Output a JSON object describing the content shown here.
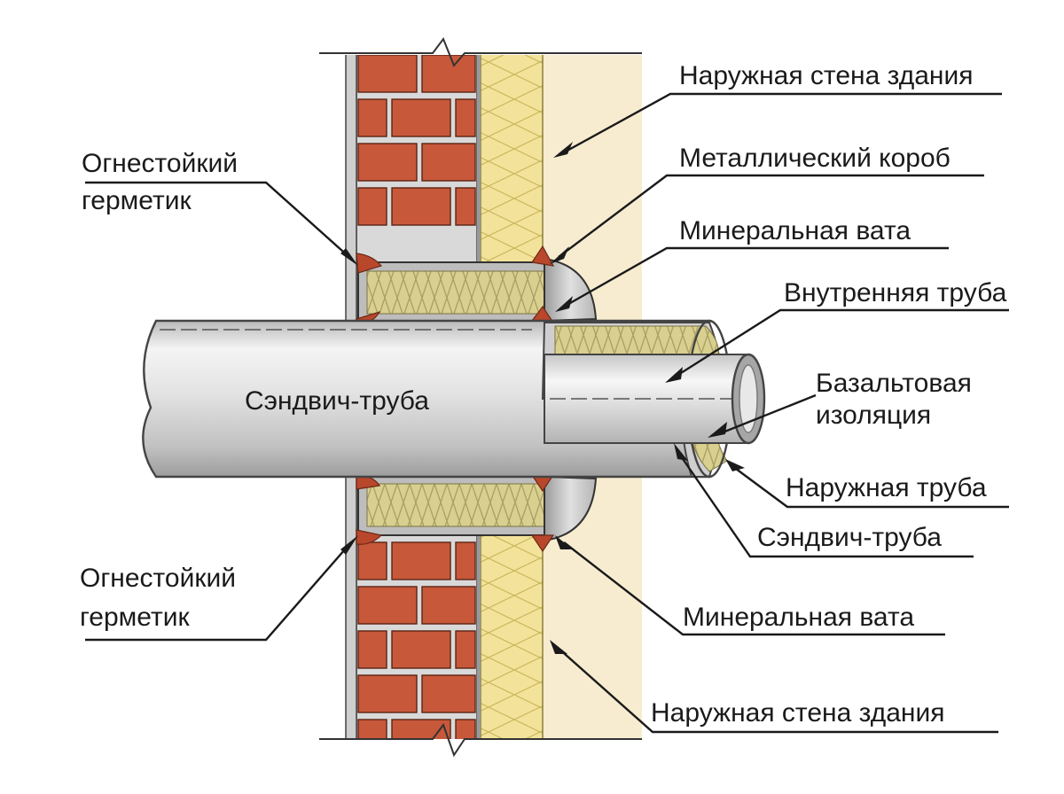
{
  "labels": {
    "outer_wall_top": "Наружная стена здания",
    "metal_box": "Металлический короб",
    "mineral_wool_top": "Минеральная вата",
    "inner_pipe": "Внутренняя труба",
    "basalt_line1": "Базальтовая",
    "basalt_line2": "изоляция",
    "outer_pipe": "Наружная труба",
    "sandwich_pipe_right": "Сэндвич-труба",
    "mineral_wool_bottom": "Минеральная вата",
    "outer_wall_bottom": "Наружная стена здания",
    "sealant_top_line1": "Огнестойкий",
    "sealant_top_line2": "герметик",
    "sealant_bottom_line1": "Огнестойкий",
    "sealant_bottom_line2": "герметик",
    "pipe_body": "Сэндвич-труба"
  },
  "colors": {
    "brick": "#c8583a",
    "mortar": "#dcdcdc",
    "insulation": "#f3e39a",
    "wall_plaster": "#f7ecd0",
    "pipe_light": "#f2f2f2",
    "pipe_dark": "#a9a9a9",
    "basalt": "#d8cc8e",
    "sealant": "#b8472b"
  }
}
